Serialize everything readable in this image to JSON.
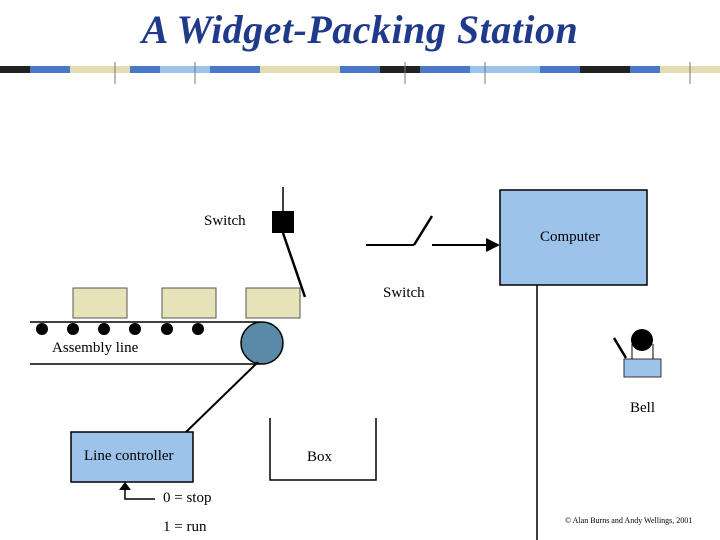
{
  "title": "A Widget-Packing Station",
  "labels": {
    "switch_top": "Switch",
    "computer": "Computer",
    "switch_bottom": "Switch",
    "assembly_line": "Assembly line",
    "bell": "Bell",
    "line_controller": "Line controller",
    "box": "Box",
    "stop": "0 = stop",
    "run": "1 = run"
  },
  "copyright": "© Alan Burns and Andy Wellings, 2001",
  "colors": {
    "title": "#1f3a8a",
    "computer_fill": "#9cc3ea",
    "widget_fill": "#e6e3b8",
    "roller_fill": "#5b8aa6",
    "bell_base": "#9cc3ea"
  }
}
